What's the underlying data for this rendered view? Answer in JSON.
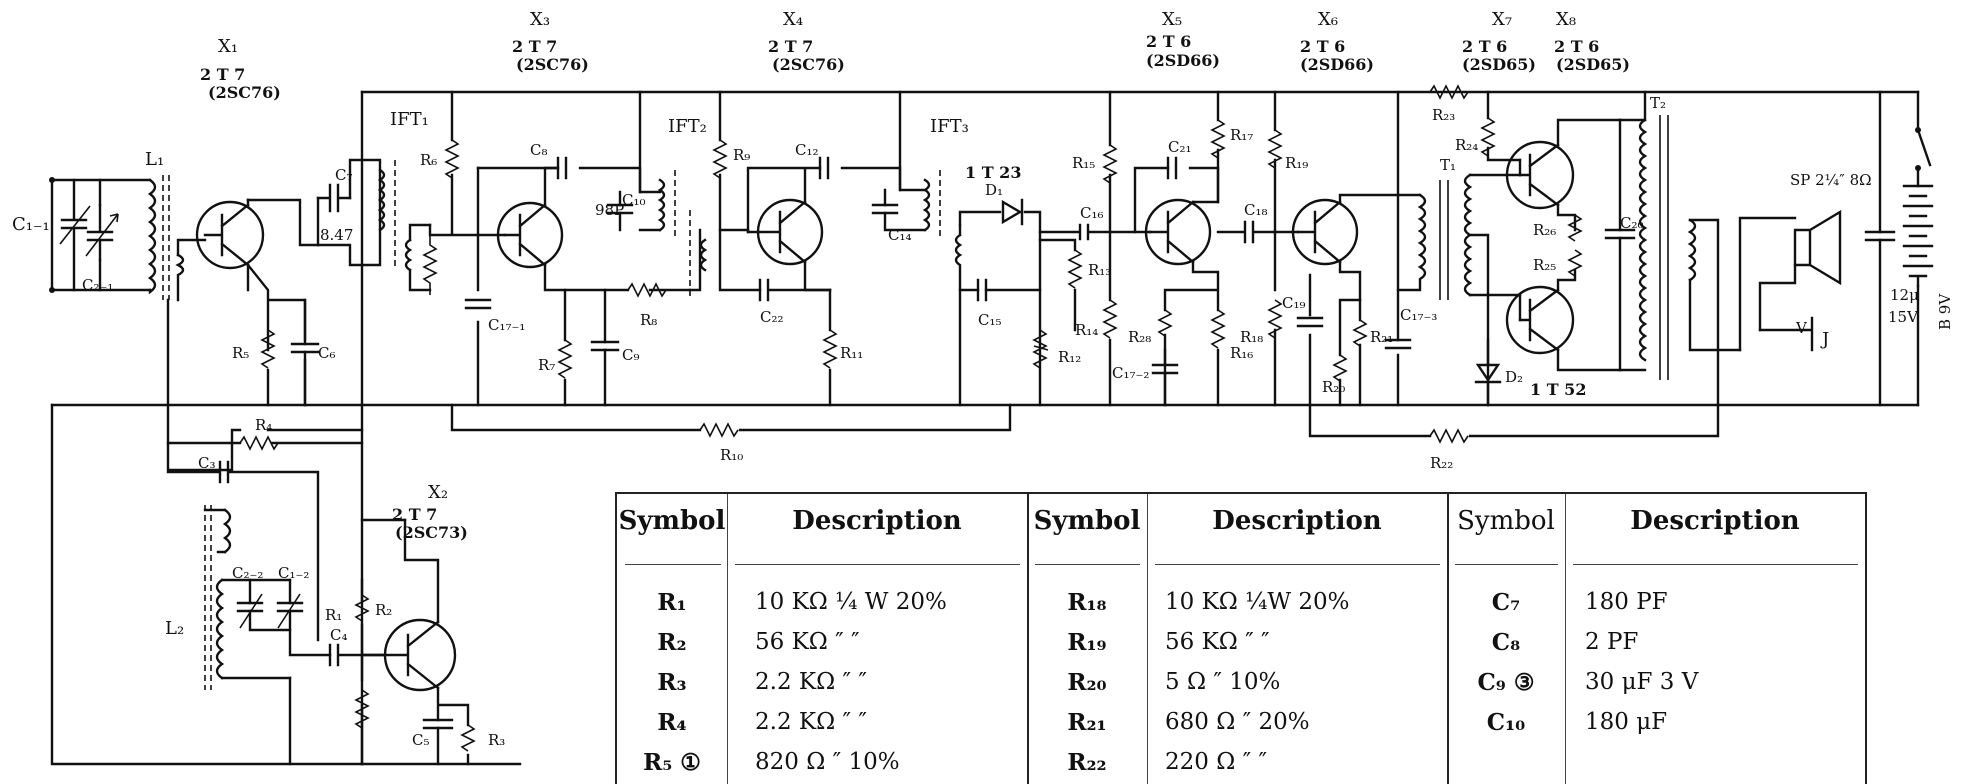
{
  "schematic": {
    "transistors": [
      {
        "ref": "X₁",
        "type": "2 T 7",
        "alt": "(2SC76)"
      },
      {
        "ref": "X₃",
        "type": "2 T 7",
        "alt": "(2SC76)"
      },
      {
        "ref": "X₄",
        "type": "2 T 7",
        "alt": "(2SC76)"
      },
      {
        "ref": "X₅",
        "type": "2 T 6",
        "alt": "(2SD66)"
      },
      {
        "ref": "X₆",
        "type": "2 T 6",
        "alt": "(2SD66)"
      },
      {
        "ref": "X₇",
        "type": "2 T 6",
        "alt": "(2SD65)"
      },
      {
        "ref": "X₈",
        "type": "2 T 6",
        "alt": "(2SD65)"
      },
      {
        "ref": "X₂",
        "type": "2 T 7",
        "alt": "(2SC73)"
      }
    ],
    "labels": {
      "L1": "L₁",
      "L2": "L₂",
      "C1_1": "C₁₋₁",
      "C2_1": "C₂₋₁",
      "C2_2": "C₂₋₂",
      "C1_2": "C₁₋₂",
      "IFT1": "IFT₁",
      "IFT2": "IFT₂",
      "IFT3": "IFT₃",
      "R1": "R₁",
      "R2": "R₂",
      "R3": "R₃",
      "R4": "R₄",
      "R5": "R₅",
      "R6": "R₆",
      "R7": "R₇",
      "R8": "R₈",
      "R9": "R₉",
      "R10": "R₁₀",
      "R11": "R₁₁",
      "R12": "R₁₂",
      "R13": "R₁₃",
      "R14": "R₁₄",
      "R15": "R₁₅",
      "R16": "R₁₆",
      "R17": "R₁₇",
      "R18": "R₁₈",
      "R19": "R₁₉",
      "R20": "R₂₀",
      "R21": "R₂₁",
      "R22": "R₂₂",
      "R23": "R₂₃",
      "R24": "R₂₄",
      "R25": "R₂₅",
      "R26": "R₂₆",
      "R28": "R₂₈",
      "C3": "C₃",
      "C4": "C₄",
      "C5": "C₅",
      "C6": "C₆",
      "C7": "C₇",
      "C8": "C₈",
      "C9": "C₉",
      "C10": "C₁₀",
      "C12": "C₁₂",
      "C14": "C₁₄",
      "C15": "C₁₅",
      "C16": "C₁₆",
      "C18": "C₁₈",
      "C19": "C₁₉",
      "C20": "C₂₀",
      "C21": "C₂₁",
      "C22": "C₂₂",
      "C17_1": "C₁₇₋₁",
      "C17_2": "C₁₇₋₂",
      "C17_3": "C₁₇₋₃",
      "cap_a": "8.47",
      "cap_b": "98P",
      "D1": "D₁",
      "D1_type": "1 T 23",
      "D2": "D₂",
      "D2_type": "1 T 52",
      "T1": "T₁",
      "T2": "T₂",
      "speaker": "SP 2¼″ 8Ω",
      "cap_out": "12μ",
      "cap_out_v": "15V",
      "battery": "B 9V",
      "jack": "J",
      "jack_v": "V"
    }
  },
  "parts_table": {
    "headers": [
      "Symbol",
      "Description",
      "Symbol",
      "Description",
      "Symbol",
      "Description"
    ],
    "rows": [
      [
        "R₁",
        "10 KΩ  ¼ W  20%",
        "R₁₈",
        "10 KΩ  ¼W  20%",
        "C₇",
        "180 PF"
      ],
      [
        "R₂",
        "56 KΩ       ″       ″",
        "R₁₉",
        "56 KΩ     ″       ″",
        "C₈",
        "2 PF"
      ],
      [
        "R₃",
        "2.2 KΩ      ″       ″",
        "R₂₀",
        "5 Ω          ″    10%",
        "C₉ ③",
        "30 μF  3 V"
      ],
      [
        "R₄",
        "2.2 KΩ      ″       ″",
        "R₂₁",
        "680 Ω      ″    20%",
        "C₁₀",
        "180 μF"
      ],
      [
        "R₅ ①",
        "820 Ω       ″     10%",
        "R₂₂",
        "220 Ω      ″       ″",
        "",
        ""
      ]
    ]
  }
}
